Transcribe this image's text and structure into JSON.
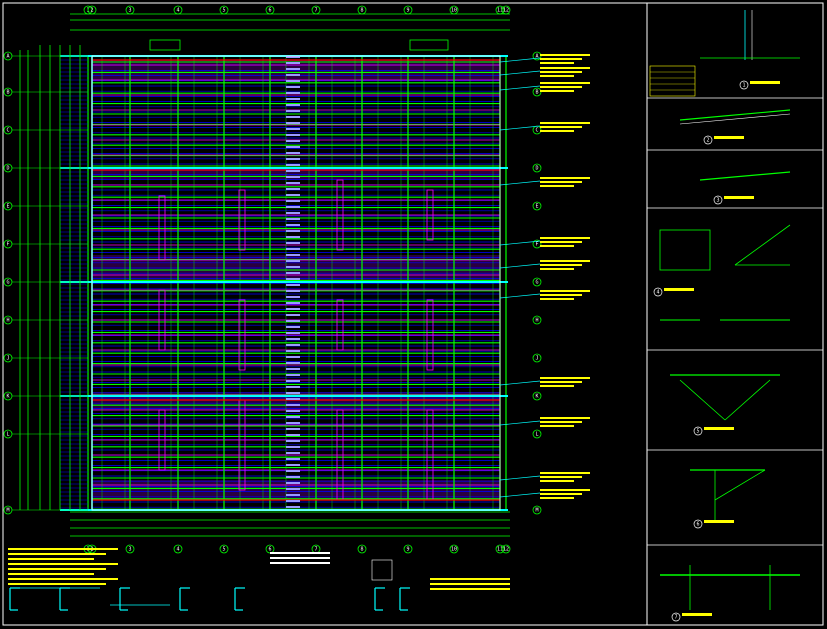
{
  "colors": {
    "background": "#000000",
    "frame": "#ffffff",
    "grid": "#00ff00",
    "purlin": "#0000ff",
    "rafter": "#ff00ff",
    "tie": "#ff0000",
    "axis_band": "#00ffff",
    "note_text": "#ffff00",
    "dim": "#00ff00"
  },
  "grid_axes": {
    "columns": [
      "1",
      "2",
      "3",
      "4",
      "5",
      "6",
      "7",
      "8",
      "9",
      "10",
      "11",
      "12"
    ],
    "rows": [
      "A",
      "B",
      "C",
      "D",
      "E",
      "F",
      "G",
      "H",
      "J",
      "K",
      "L",
      "M"
    ]
  },
  "detail_labels": [
    "1",
    "2",
    "3",
    "4",
    "5",
    "6",
    "7"
  ],
  "detail_titles": [
    "1",
    "2",
    "3",
    "4",
    "5",
    "6",
    "7"
  ]
}
